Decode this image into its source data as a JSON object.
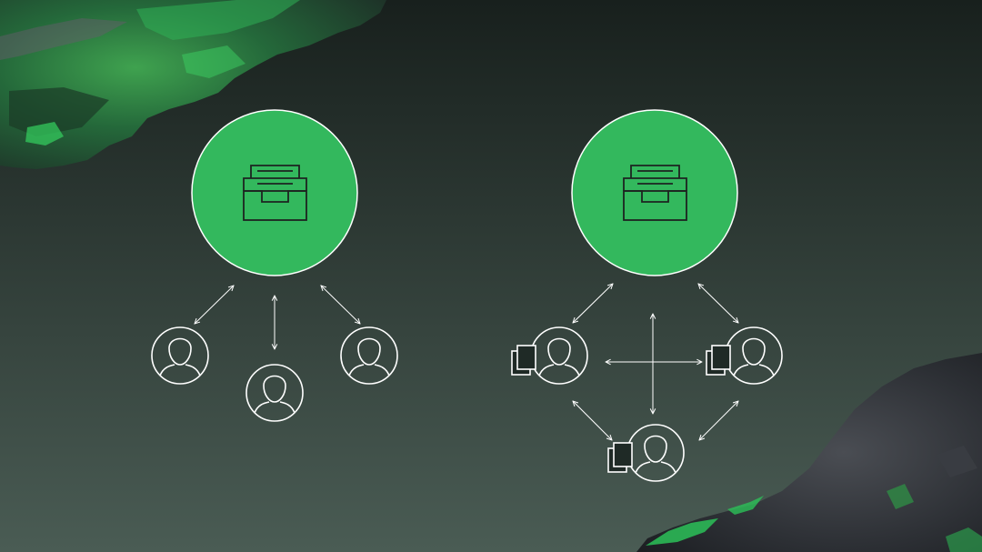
{
  "colors": {
    "background_top": "#18201d",
    "background_bottom": "#4a5c54",
    "hub_fill": "#33b85d",
    "icon_stroke": "#1d2421",
    "line_stroke": "#ffffff",
    "rock_green": "#1f8a3a",
    "rock_dark": "#2b2e33"
  },
  "icons": {
    "hub": "inbox-tray-icon",
    "user": "user-avatar-icon",
    "copy": "document-copy-icon",
    "arrow": "double-headed-arrow"
  },
  "diagrams": [
    {
      "name": "left",
      "hub": "central-storage",
      "users": 3,
      "users_have_local_copies": false,
      "connections": "hub-to-each-user"
    },
    {
      "name": "right",
      "hub": "central-storage",
      "users": 3,
      "users_have_local_copies": true,
      "connections": "hub-to-each-user-and-user-to-user"
    }
  ]
}
